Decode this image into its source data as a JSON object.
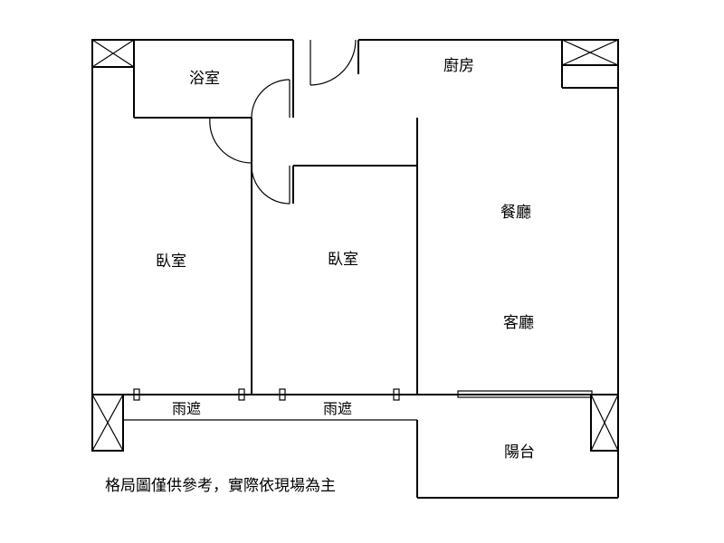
{
  "rooms": {
    "bathroom": "浴室",
    "kitchen": "廚房",
    "dining": "餐廳",
    "bedroom_left": "臥室",
    "bedroom_middle": "臥室",
    "living": "客廳",
    "canopy_left": "雨遮",
    "canopy_right": "雨遮",
    "balcony": "陽台"
  },
  "caption": "格局圖僅供參考，實際依現場為主"
}
